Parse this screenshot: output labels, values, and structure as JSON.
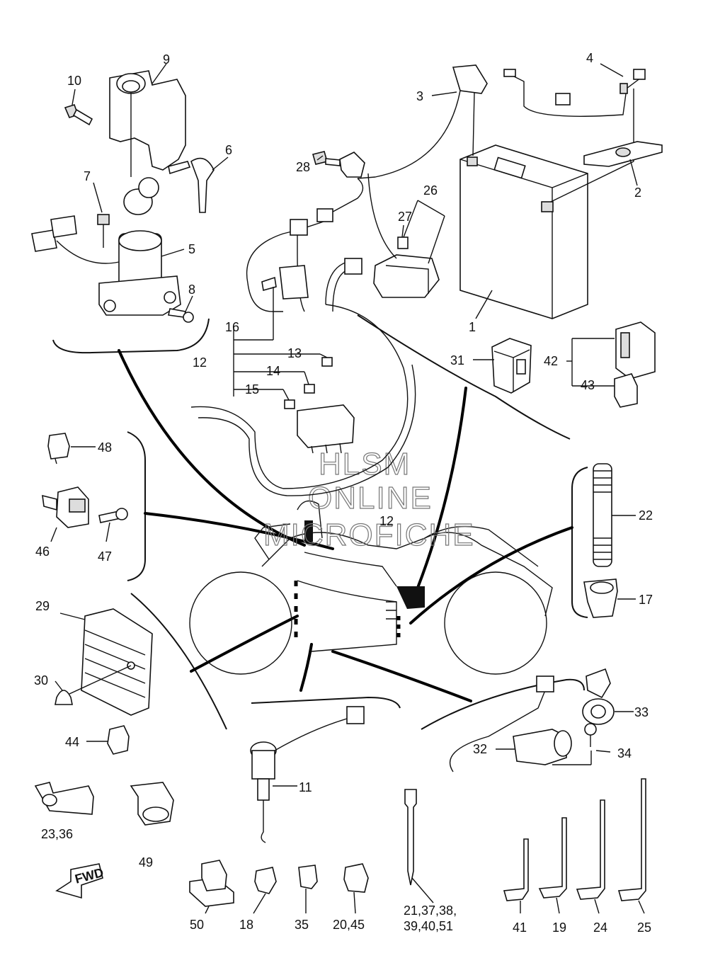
{
  "diagram": {
    "callouts": {
      "c1": "1",
      "c2": "2",
      "c3": "3",
      "c4": "4",
      "c5": "5",
      "c6": "6",
      "c7": "7",
      "c8": "8",
      "c9": "9",
      "c10": "10",
      "c11": "11",
      "c12a": "12",
      "c12b": "12",
      "c13": "13",
      "c14": "14",
      "c15": "15",
      "c16": "16",
      "c17": "17",
      "c18": "18",
      "c19": "19",
      "c20_45": "20,45",
      "c21a": "21,37,38,",
      "c21b": "39,40,51",
      "c22": "22",
      "c23_36": "23,36",
      "c24": "24",
      "c25": "25",
      "c26": "26",
      "c27": "27",
      "c28": "28",
      "c29": "29",
      "c30": "30",
      "c31": "31",
      "c32": "32",
      "c33": "33",
      "c34": "34",
      "c35": "35",
      "c41": "41",
      "c42": "42",
      "c43": "43",
      "c44": "44",
      "c46": "46",
      "c47": "47",
      "c48": "48",
      "c49": "49",
      "c50": "50"
    },
    "watermark": {
      "line1": "HLSM",
      "line2": "ONLINE",
      "line3": "MICROFICHE"
    },
    "fwd_label": "FWD"
  }
}
